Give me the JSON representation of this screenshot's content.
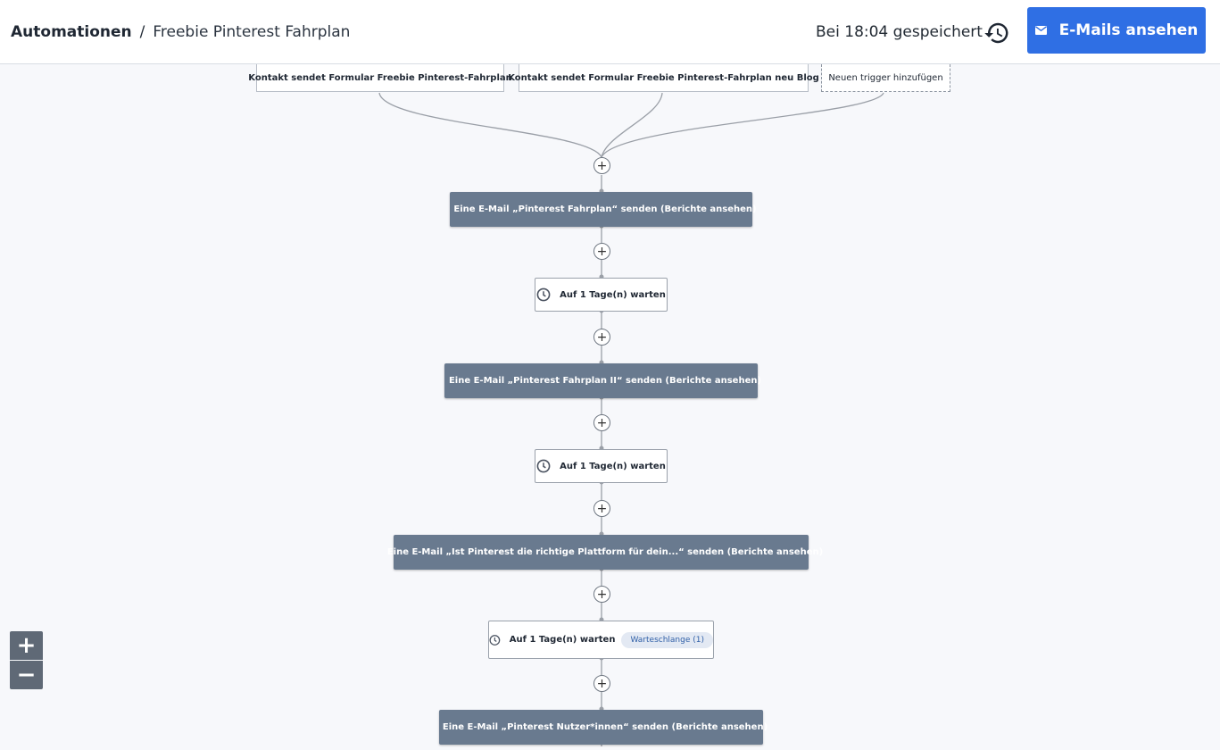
{
  "header": {
    "breadcrumb_root": "Automationen",
    "separator": "/",
    "title": "Freebie Pinterest Fahrplan",
    "saved_text": "Bei 18:04 gespeichert",
    "view_emails_label": "E-Mails ansehen"
  },
  "triggers": [
    {
      "label": "Kontakt sendet Formular Freebie Pinterest-Fahrplan"
    },
    {
      "label": "Kontakt sendet Formular Freebie Pinterest-Fahrplan neu Blog"
    },
    {
      "label": "Neuen trigger hinzufügen"
    }
  ],
  "steps": [
    {
      "type": "email",
      "label": "Eine E-Mail „Pinterest Fahrplan“ senden (Berichte ansehen)"
    },
    {
      "type": "wait",
      "label": "Auf 1 Tage(n) warten"
    },
    {
      "type": "email",
      "label": "Eine E-Mail „Pinterest Fahrplan II“ senden (Berichte ansehen)"
    },
    {
      "type": "wait",
      "label": "Auf 1 Tage(n) warten"
    },
    {
      "type": "email",
      "label": "Eine E-Mail „Ist Pinterest die richtige Plattform für dein...“ senden (Berichte ansehen)"
    },
    {
      "type": "wait",
      "label": "Auf 1 Tage(n) warten",
      "badge": "Warteschlange (1)"
    },
    {
      "type": "email",
      "label": "Eine E-Mail „Pinterest Nutzer*innen“ senden (Berichte ansehen)"
    }
  ],
  "add_step_symbol": "+",
  "zoom": {
    "in_symbol": "+",
    "out_symbol": "−"
  },
  "colors": {
    "primary_button": "#2f6fe4",
    "email_node": "#697a8f",
    "queue_badge_bg": "#e3e9f3",
    "queue_badge_text": "#3261a8"
  }
}
